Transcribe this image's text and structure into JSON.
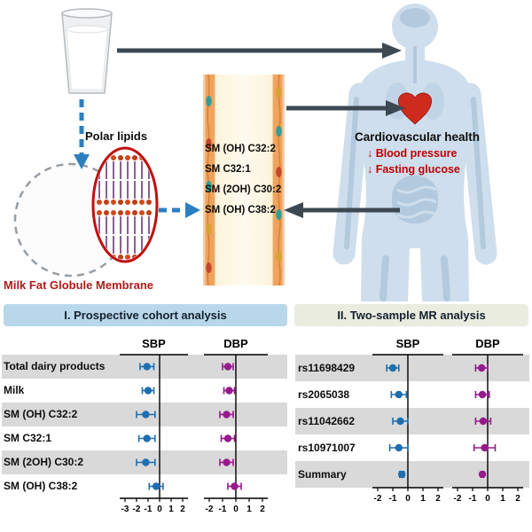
{
  "figure": {
    "diagram": {
      "polar_lipids_label": "Polar lipids",
      "mfgm_label": "Milk Fat Globule Membrane",
      "cardio": {
        "title": "Cardiovascular health",
        "items": [
          "↓ Blood pressure",
          "↓ Fasting glucose"
        ]
      },
      "vessel_lipids": [
        "SM (OH) C32:2",
        "SM C32:1",
        "SM (2OH) C30:2",
        "SM (OH) C38:2"
      ],
      "colors": {
        "arrow_dark": "#3c4852",
        "arrow_blue": "#2d7fc1",
        "accent_red": "#c00000",
        "mfgm_red": "#b21a1a",
        "sbp_blue": "#1f6fb0",
        "dbp_purple": "#971a8c"
      }
    }
  },
  "chart_data": [
    {
      "type": "forest",
      "title": "I. Prospective cohort analysis",
      "title_bg": "#b9d7ea",
      "rows": [
        "Total dairy products",
        "Milk",
        "SM (OH) C32:2",
        "SM C32:1",
        "SM (2OH) C30:2",
        "SM (OH) C38:2"
      ],
      "series": [
        {
          "name": "SBP",
          "color": "#1f6fb0",
          "ticks": [
            -3,
            -2,
            -1,
            0,
            1,
            2
          ],
          "points": [
            {
              "est": -1.1,
              "lo": -1.7,
              "hi": -0.5
            },
            {
              "est": -1.0,
              "lo": -1.5,
              "hi": -0.5
            },
            {
              "est": -1.2,
              "lo": -2.0,
              "hi": -0.4
            },
            {
              "est": -1.1,
              "lo": -1.8,
              "hi": -0.4
            },
            {
              "est": -1.2,
              "lo": -2.0,
              "hi": -0.4
            },
            {
              "est": -0.3,
              "lo": -0.9,
              "hi": 0.3
            }
          ]
        },
        {
          "name": "DBP",
          "color": "#971a8c",
          "ticks": [
            -2,
            -1,
            0,
            1,
            2
          ],
          "points": [
            {
              "est": -0.6,
              "lo": -1.0,
              "hi": -0.2
            },
            {
              "est": -0.5,
              "lo": -0.9,
              "hi": -0.1
            },
            {
              "est": -0.7,
              "lo": -1.2,
              "hi": -0.2
            },
            {
              "est": -0.6,
              "lo": -1.1,
              "hi": -0.1
            },
            {
              "est": -0.7,
              "lo": -1.2,
              "hi": -0.2
            },
            {
              "est": -0.1,
              "lo": -0.6,
              "hi": 0.4
            }
          ]
        }
      ]
    },
    {
      "type": "forest",
      "title": "II. Two-sample MR analysis",
      "title_bg": "#e9ecdf",
      "rows": [
        "rs11698429",
        "rs2065038",
        "rs11042662",
        "rs10971007",
        "Summary"
      ],
      "series": [
        {
          "name": "SBP",
          "color": "#1f6fb0",
          "ticks": [
            -2,
            -1,
            0,
            1,
            2
          ],
          "points": [
            {
              "est": -1.0,
              "lo": -1.4,
              "hi": -0.6
            },
            {
              "est": -0.6,
              "lo": -1.1,
              "hi": -0.1
            },
            {
              "est": -0.5,
              "lo": -1.0,
              "hi": 0.0
            },
            {
              "est": -0.6,
              "lo": -1.2,
              "hi": 0.0
            },
            {
              "est": -0.4,
              "lo": -0.55,
              "hi": -0.25
            }
          ]
        },
        {
          "name": "DBP",
          "color": "#971a8c",
          "ticks": [
            -2,
            -1,
            0,
            1,
            2
          ],
          "points": [
            {
              "est": -0.4,
              "lo": -0.8,
              "hi": 0.0
            },
            {
              "est": -0.35,
              "lo": -0.8,
              "hi": 0.1
            },
            {
              "est": -0.3,
              "lo": -0.8,
              "hi": 0.2
            },
            {
              "est": -0.2,
              "lo": -0.9,
              "hi": 0.5
            },
            {
              "est": -0.35,
              "lo": -0.45,
              "hi": -0.25
            }
          ]
        }
      ]
    }
  ]
}
